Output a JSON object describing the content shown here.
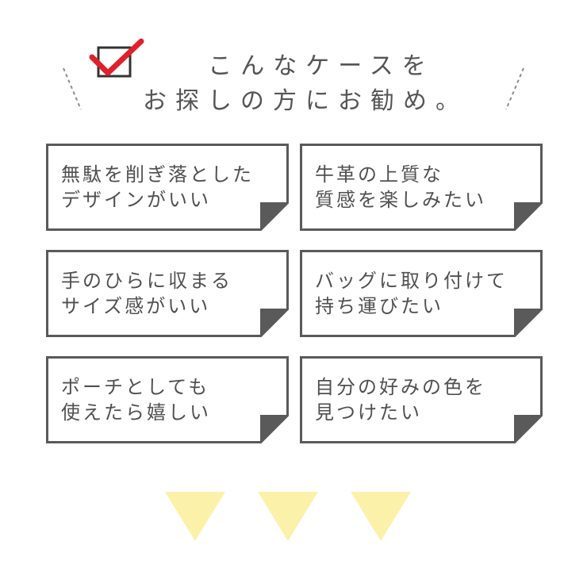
{
  "header": {
    "title_line1": "こんなケースを",
    "title_line2": "お探しの方にお勧め。"
  },
  "cards": [
    {
      "line1": "無駄を削ぎ落とした",
      "line2": "デザインがいい"
    },
    {
      "line1": "牛革の上質な",
      "line2": "質感を楽しみたい"
    },
    {
      "line1": "手のひらに収まる",
      "line2": "サイズ感がいい"
    },
    {
      "line1": "バッグに取り付けて",
      "line2": "持ち運びたい"
    },
    {
      "line1": "ポーチとしても",
      "line2": "使えたら嬉しい"
    },
    {
      "line1": "自分の好みの色を",
      "line2": "見つけたい"
    }
  ],
  "colors": {
    "check": "#e0202a",
    "card_border": "#5a5a5a",
    "text": "#505050",
    "arrow": "#fbf1a9"
  },
  "icons": {
    "check": "checkbox-check-icon",
    "decor": "dashed-slash-icon",
    "arrow": "down-triangle-icon"
  }
}
